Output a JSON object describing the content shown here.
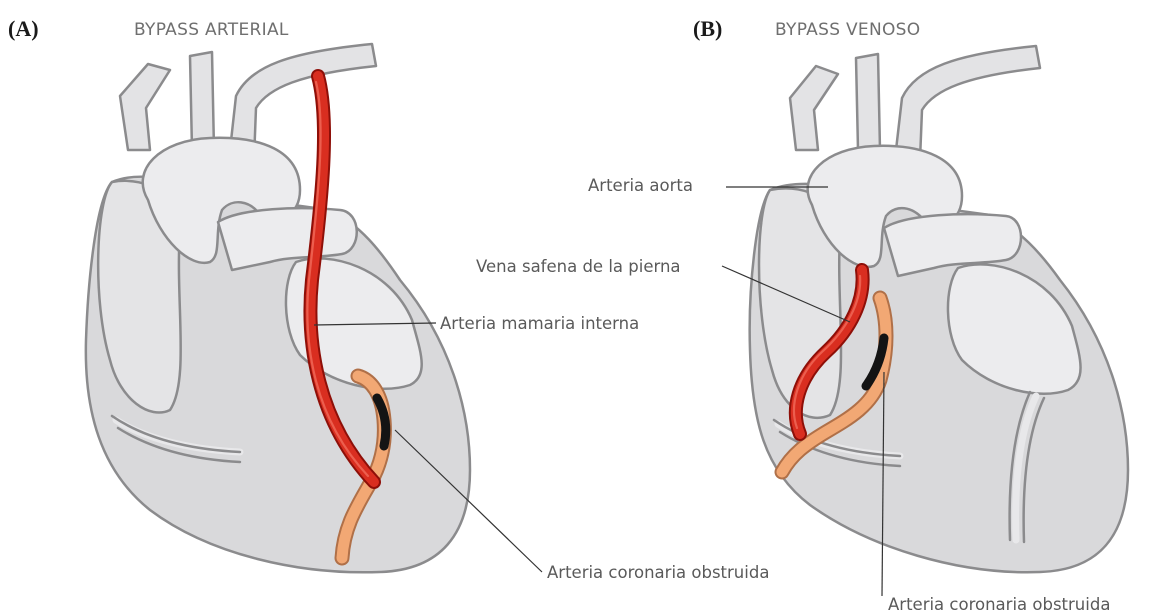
{
  "panels": [
    {
      "letter": "(A)",
      "title": "BYPASS ARTERIAL",
      "labels": {
        "graft": "Arteria mamaria interna",
        "blocked": "Arteria coronaria obstruida"
      }
    },
    {
      "letter": "(B)",
      "title": "BYPASS VENOSO",
      "labels": {
        "aorta": "Arteria aorta",
        "graft": "Vena safena de la pierna",
        "blocked": "Arteria coronaria obstruida"
      }
    }
  ],
  "colors": {
    "artery_graft": "#d42a1e",
    "vein_graft": "#d42a1e",
    "coronary": "#f0a46e",
    "occlusion": "#1a1a1a",
    "heart": "#d9d9db"
  }
}
